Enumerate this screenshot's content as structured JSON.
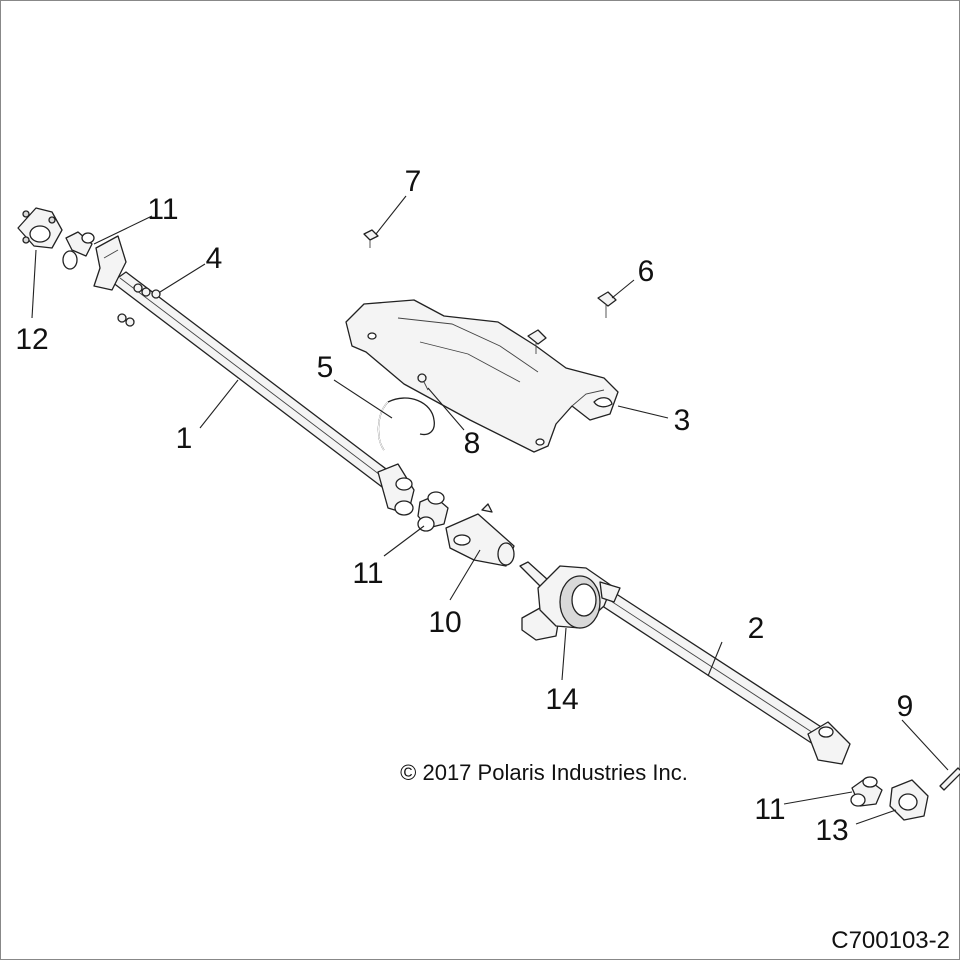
{
  "callouts": {
    "c1": "1",
    "c2": "2",
    "c3": "3",
    "c4": "4",
    "c5": "5",
    "c6": "6",
    "c7": "7",
    "c8": "8",
    "c9": "9",
    "c10": "10",
    "c11a": "11",
    "c11b": "11",
    "c11c": "11",
    "c12": "12",
    "c13": "13",
    "c14": "14"
  },
  "copyright": "© 2017 Polaris Industries Inc.",
  "figure_id": "C700103-2"
}
